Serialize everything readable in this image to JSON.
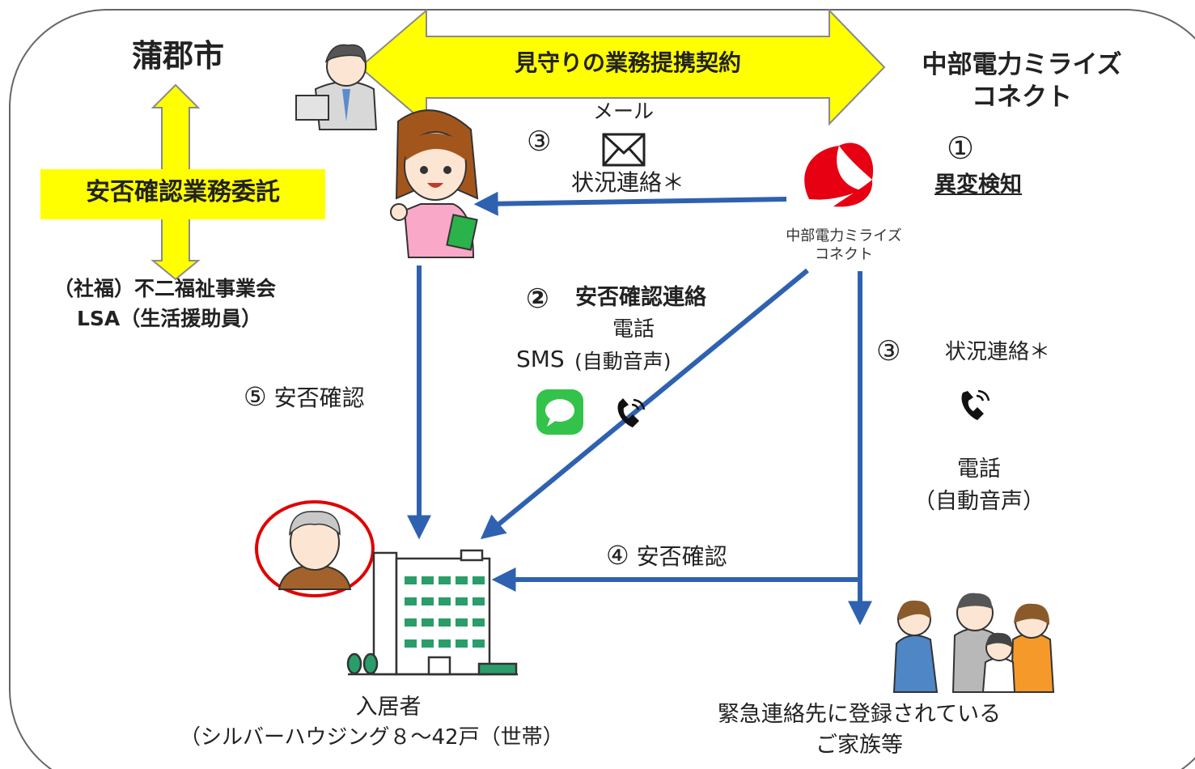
{
  "city": "蒲郡市",
  "agreement": "見守りの業務提携契約",
  "company": {
    "line1": "中部電力ミライズ",
    "line2": "コネクト"
  },
  "company_logo_text": {
    "line1": "中部電力ミライズ",
    "line2": "コネクト"
  },
  "commission": "安否確認業務委託",
  "staff": {
    "line1": "（社福）不二福祉事業会",
    "line2": "LSA（生活援助員）"
  },
  "step1": {
    "num": "①",
    "label": "異変検知"
  },
  "step3_mail": {
    "num": "③",
    "channel": "メール",
    "label": "状況連絡＊"
  },
  "step2": {
    "num": "②",
    "label": "安否確認連絡",
    "channel1": "電話",
    "channel2": "SMS",
    "channel2_note": "(自動音声)"
  },
  "step3_phone": {
    "num": "③",
    "label": "状況連絡＊",
    "channel": "電話",
    "note": "（自動音声）"
  },
  "step4": {
    "num": "④",
    "label": "安否確認"
  },
  "step5": {
    "num": "⑤",
    "label": "安否確認"
  },
  "residents": {
    "line1": "入居者",
    "line2": "（シルバーハウジング８～42戸（世帯）"
  },
  "family": {
    "line1": "緊急連絡先に登録されている",
    "line2": "ご家族等"
  },
  "colors": {
    "arrow_blue": "#2e62b0",
    "accent_yellow": "#ffff00",
    "logo_red": "#e60012",
    "highlight_red": "#e00000",
    "sms_green": "#33c34a"
  }
}
